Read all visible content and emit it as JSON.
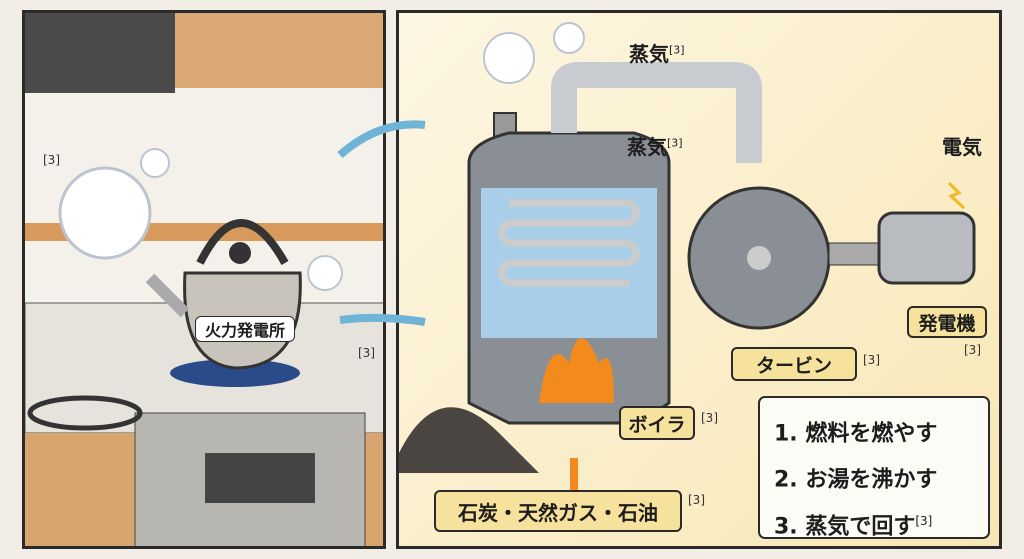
{
  "kettle": {
    "label": "火力発電所",
    "ref_steam": "[3]",
    "ref_stove": "[3]"
  },
  "plant": {
    "steam_top": "蒸気",
    "steam_top_ref": "[3]",
    "steam_inner": "蒸気",
    "steam_inner_ref": "[3]",
    "electricity": "電気",
    "generator": "発電機",
    "generator_ref": "[3]",
    "turbine": "タービン",
    "turbine_ref": "[3]",
    "boiler": "ボイラ",
    "boiler_ref": "[3]",
    "fuel": "石炭・天然ガス・石油",
    "fuel_ref": "[3]"
  },
  "steps": [
    {
      "text": "1. 燃料を燃やす",
      "ref": ""
    },
    {
      "text": "2. お湯を沸かす",
      "ref": ""
    },
    {
      "text": "3. 蒸気で回す",
      "ref": "[3]"
    }
  ],
  "colors": {
    "label_bg": "#f6e29c",
    "arrow": "#6fb3d6",
    "fire": "#f28a1e"
  }
}
